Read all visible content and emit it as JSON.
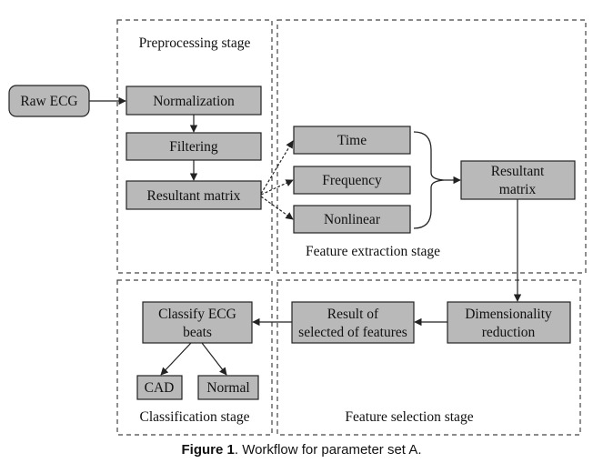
{
  "stages": {
    "preprocessing": "Preprocessing stage",
    "feature_extraction": "Feature extraction stage",
    "feature_selection": "Feature selection stage",
    "classification": "Classification stage"
  },
  "nodes": {
    "raw_ecg": "Raw ECG",
    "normalization": "Normalization",
    "filtering": "Filtering",
    "resultant_matrix_1": "Resultant matrix",
    "time": "Time",
    "frequency": "Frequency",
    "nonlinear": "Nonlinear",
    "resultant_matrix_2": [
      "Resultant",
      "matrix"
    ],
    "dimensionality_reduction": [
      "Dimensionality",
      "reduction"
    ],
    "result_selected": [
      "Result of",
      "selected of features"
    ],
    "classify_beats": [
      "Classify ECG",
      "beats"
    ],
    "cad": "CAD",
    "normal": "Normal"
  },
  "caption": {
    "label": "Figure 1",
    "text": ". Workflow for parameter set A."
  },
  "colors": {
    "box_fill": "#b9b9b9",
    "stroke": "#222222",
    "dashed": "#444444"
  }
}
